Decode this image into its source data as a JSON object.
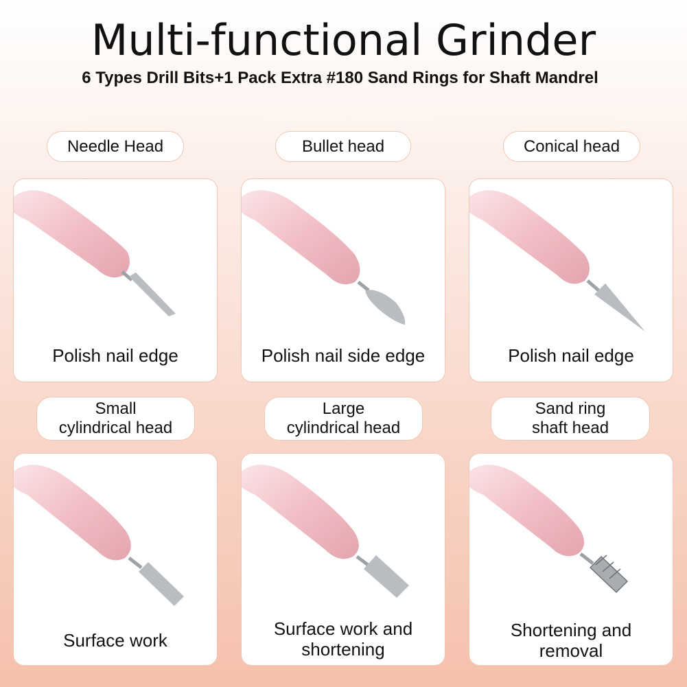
{
  "header": {
    "title": "Multi-functional Grinder",
    "subtitle": "6 Types Drill Bits+1 Pack Extra #180 Sand Rings for Shaft Mandrel"
  },
  "items": [
    {
      "label": "Needle Head",
      "caption": "Polish nail edge",
      "icon": "needle-bit"
    },
    {
      "label": "Bullet head",
      "caption": "Polish nail side edge",
      "icon": "bullet-bit"
    },
    {
      "label": "Conical head",
      "caption": "Polish nail edge",
      "icon": "cone-bit"
    },
    {
      "label": "Small\ncylindrical head",
      "caption": "Surface work",
      "icon": "small-cylinder-bit"
    },
    {
      "label": "Large\ncylindrical head",
      "caption": "Surface work and\nshortening",
      "icon": "large-cylinder-bit"
    },
    {
      "label": "Sand ring\nshaft head",
      "caption": "Shortening and\nremoval",
      "icon": "mandrel-bit"
    }
  ],
  "colors": {
    "handle_pink": "#f2bfc6",
    "handle_highlight": "#fbe6e9",
    "metal": "#b9bcc0",
    "background_bottom": "#f5c0ac"
  }
}
